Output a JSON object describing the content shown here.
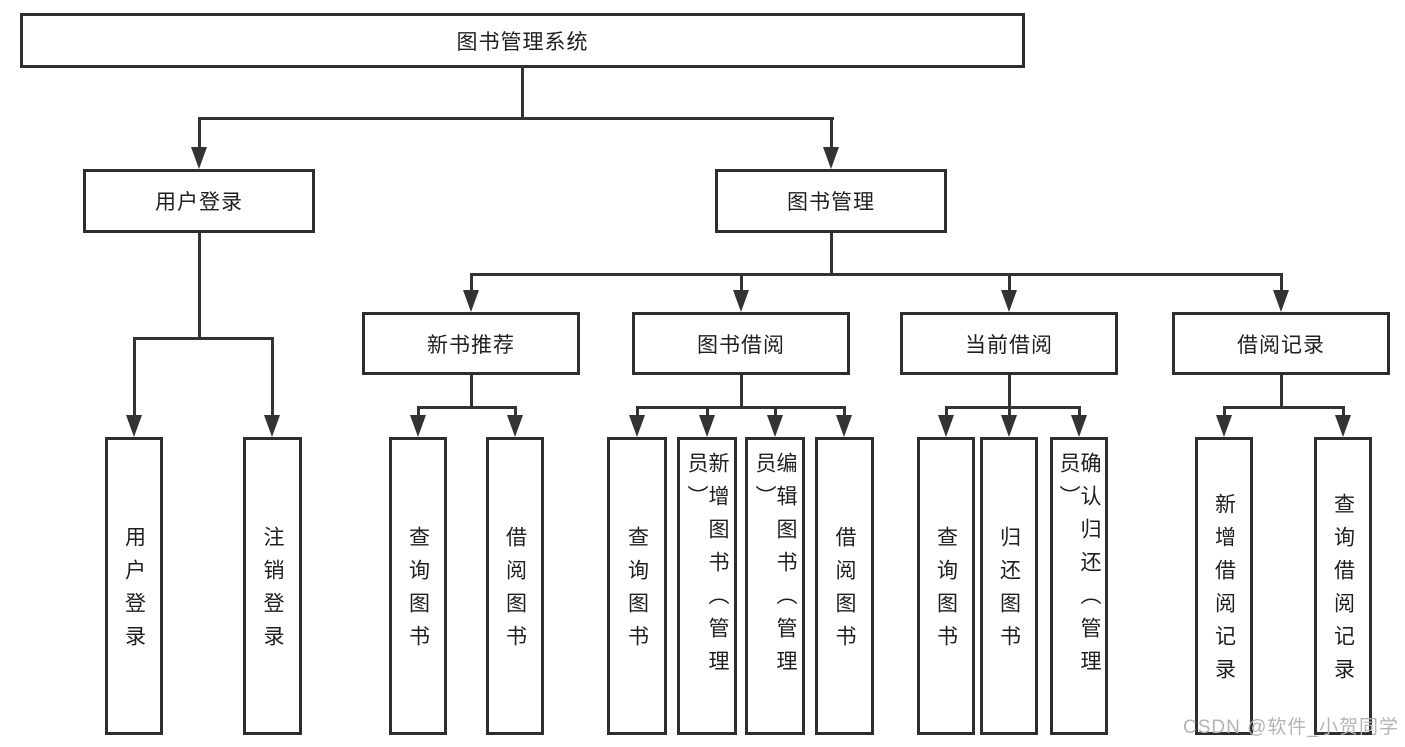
{
  "diagram": {
    "root": {
      "label": "图书管理系统"
    },
    "level2": [
      {
        "label": "用户登录"
      },
      {
        "label": "图书管理"
      }
    ],
    "level3": [
      {
        "label": "新书推荐"
      },
      {
        "label": "图书借阅"
      },
      {
        "label": "当前借阅"
      },
      {
        "label": "借阅记录"
      }
    ],
    "leaves": {
      "user_login": [
        "用户登录",
        "注销登录"
      ],
      "new_book": [
        "查询图书",
        "借阅图书"
      ],
      "book_borrow": [
        "查询图书",
        "新增图书（管理员）",
        "编辑图书（管理员）",
        "借阅图书"
      ],
      "current_borrow": [
        "查询图书",
        "归还图书",
        "确认归还（管理员）"
      ],
      "borrow_records": [
        "新增借阅记录",
        "查询借阅记录"
      ]
    }
  },
  "watermark": {
    "text": "CSDN @软件_小贺同学"
  },
  "colors": {
    "line": "#333333",
    "border": "#2e2e2e",
    "text": "#1f1f1f",
    "watermark": "#b4b4b4",
    "background": "#ffffff"
  }
}
